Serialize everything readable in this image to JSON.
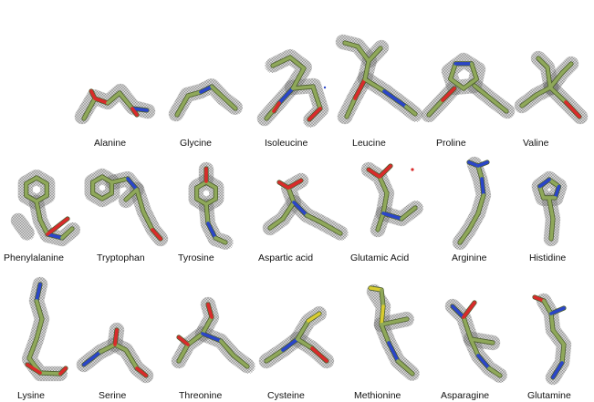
{
  "title": "",
  "colors": {
    "carbon": "#8fa85a",
    "oxygen": "#d92b2b",
    "nitrogen": "#2b46c9",
    "sulfur": "#d8cc30",
    "mesh": "#7d7d7d"
  },
  "residues": [
    {
      "name": "Alanine"
    },
    {
      "name": "Glycine"
    },
    {
      "name": "Isoleucine"
    },
    {
      "name": "Leucine"
    },
    {
      "name": "Proline"
    },
    {
      "name": "Valine"
    },
    {
      "name": "Phenylalanine"
    },
    {
      "name": "Tryptophan"
    },
    {
      "name": "Tyrosine"
    },
    {
      "name": "Aspartic acid"
    },
    {
      "name": "Glutamic Acid"
    },
    {
      "name": "Arginine"
    },
    {
      "name": "Histidine"
    },
    {
      "name": "Lysine"
    },
    {
      "name": "Serine"
    },
    {
      "name": "Threonine"
    },
    {
      "name": "Cysteine"
    },
    {
      "name": "Methionine"
    },
    {
      "name": "Asparagine"
    },
    {
      "name": "Glutamine"
    }
  ]
}
